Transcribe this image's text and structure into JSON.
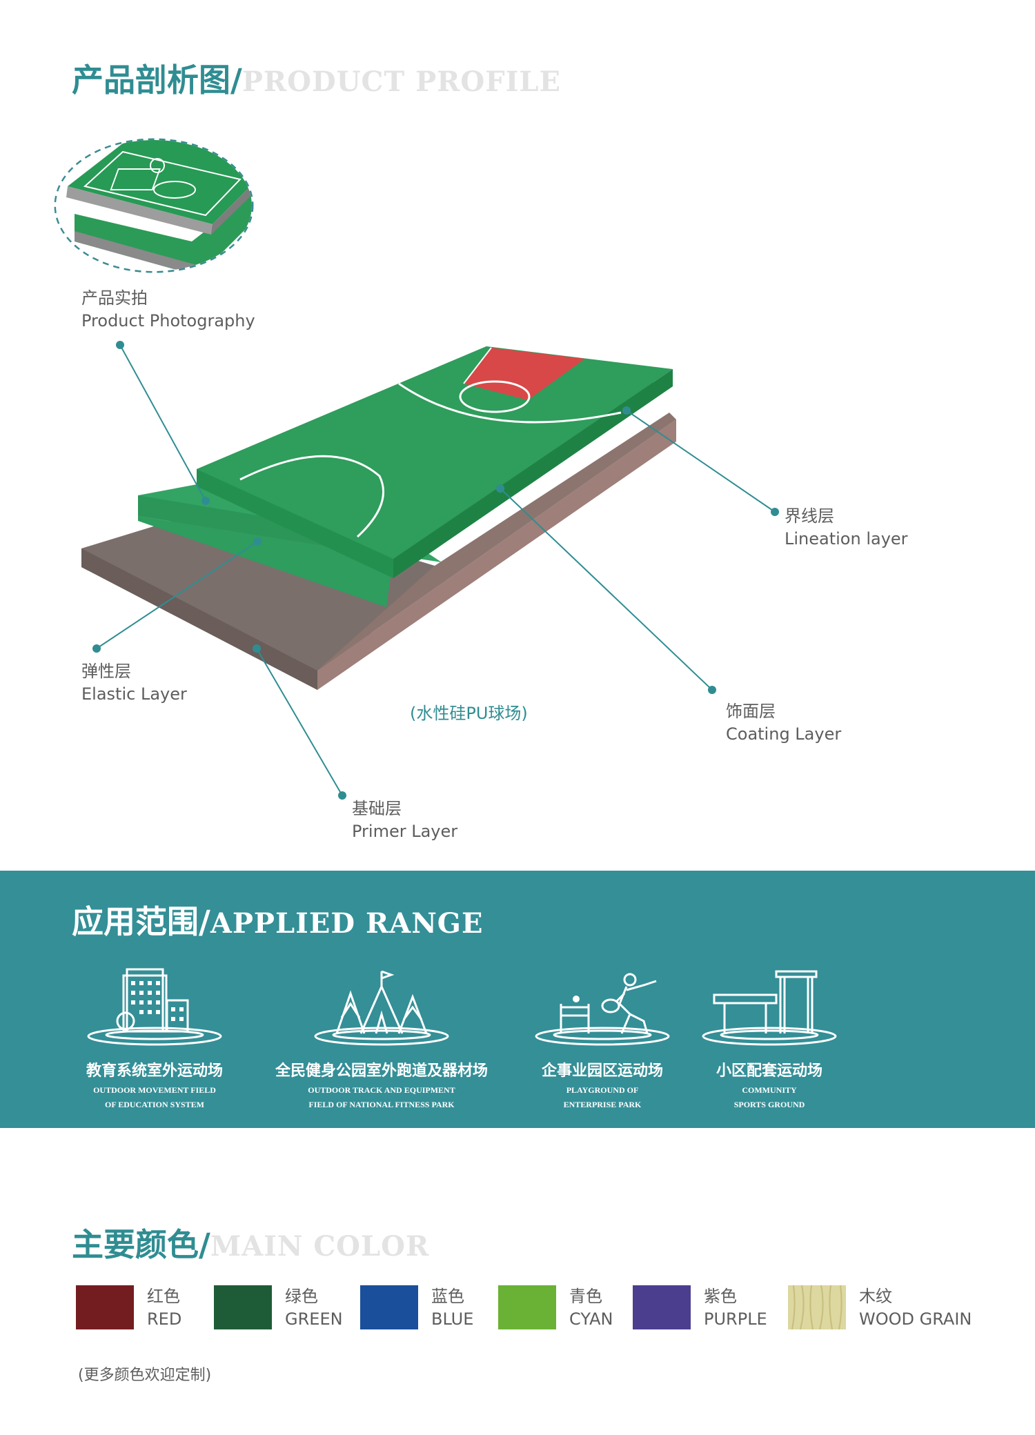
{
  "profile": {
    "title_zh": "产品剖析图/",
    "title_en": "PRODUCT PROFILE",
    "photo_label_zh": "产品实拍",
    "photo_label_en": "Product Photography",
    "lineation_zh": "界线层",
    "lineation_en": "Lineation layer",
    "elastic_zh": "弹性层",
    "elastic_en": "Elastic Layer",
    "coating_zh": "饰面层",
    "coating_en": "Coating Layer",
    "primer_zh": "基础层",
    "primer_en": "Primer Layer",
    "court_caption": "(水性硅PU球场)"
  },
  "applied": {
    "title_zh": "应用范围/",
    "title_en": "APPLIED RANGE",
    "items": [
      {
        "zh": "教育系统室外运动场",
        "en1": "OUTDOOR MOVEMENT FIELD",
        "en2": "OF EDUCATION SYSTEM",
        "icon": "school-buildings-icon"
      },
      {
        "zh": "全民健身公园室外跑道及器材场",
        "en1": "OUTDOOR TRACK AND EQUIPMENT",
        "en2": "FIELD OF NATIONAL FITNESS PARK",
        "icon": "park-tent-trees-icon"
      },
      {
        "zh": "企事业园区运动场",
        "en1": "PLAYGROUND OF",
        "en2": "ENTERPRISE PARK",
        "icon": "badminton-player-icon"
      },
      {
        "zh": "小区配套运动场",
        "en1": "COMMUNITY",
        "en2": "SPORTS GROUND",
        "icon": "fitness-equipment-icon"
      }
    ]
  },
  "colors": {
    "title_zh": "主要颜色/",
    "title_en": "MAIN COLOR",
    "items": [
      {
        "zh": "红色",
        "en": "RED",
        "hex": "#741d21"
      },
      {
        "zh": "绿色",
        "en": "GREEN",
        "hex": "#1e5b37"
      },
      {
        "zh": "蓝色",
        "en": "BLUE",
        "hex": "#1a4f9b"
      },
      {
        "zh": "青色",
        "en": "CYAN",
        "hex": "#6ab235"
      },
      {
        "zh": "紫色",
        "en": "PURPLE",
        "hex": "#4c3e8f"
      },
      {
        "zh": "木纹",
        "en": "WOOD GRAIN",
        "hex": "#ddd7a0"
      }
    ],
    "note": "(更多颜色欢迎定制)"
  }
}
